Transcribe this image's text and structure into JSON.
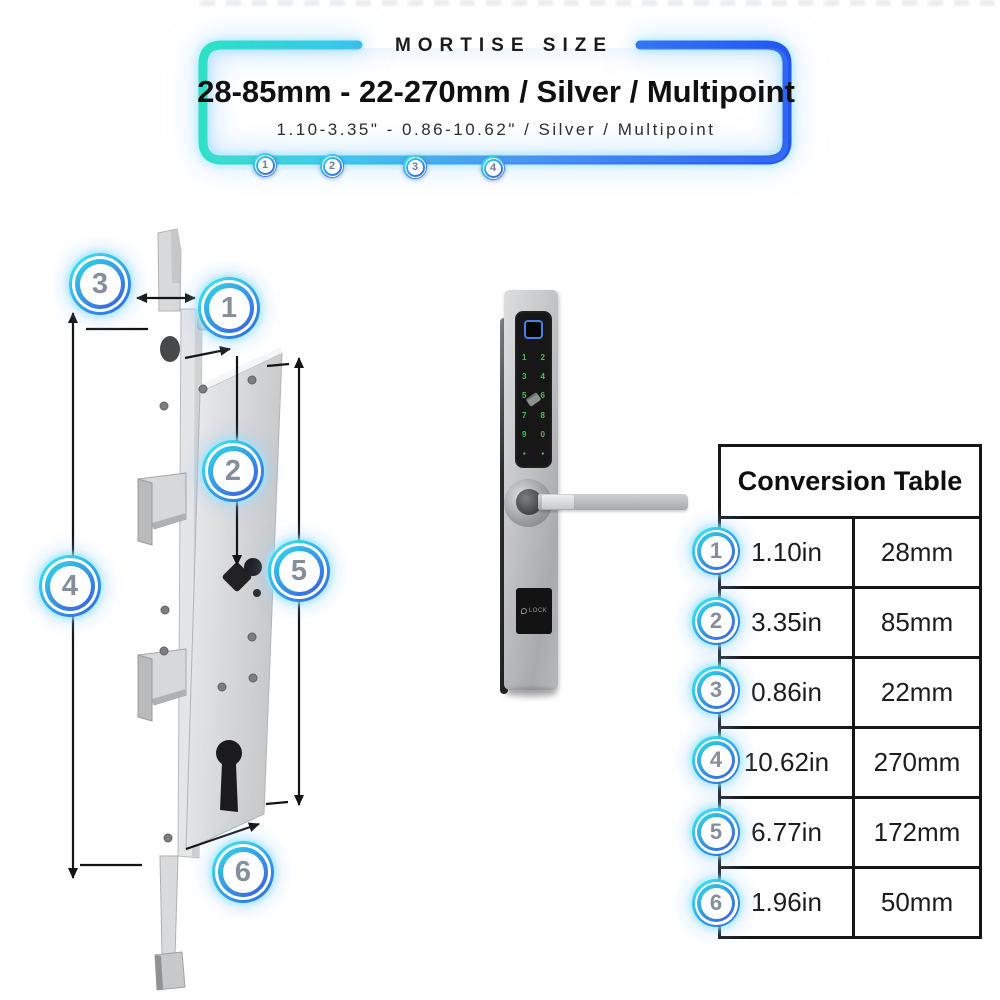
{
  "banner": {
    "title": "MORTISE SIZE",
    "headline": "28-85mm - 22-270mm / Silver / Multipoint",
    "subline": "1.10-3.35\" - 0.86-10.62\" / Silver / Multipoint",
    "step_markers": [
      "1",
      "2",
      "3",
      "4"
    ],
    "colors": {
      "cyan": "#2de2c4",
      "blue": "#2256f2",
      "glow": "#8cd2ff"
    }
  },
  "diagram": {
    "description": "mortise lock body technical drawing with dimension callouts",
    "callouts": [
      "1",
      "2",
      "3",
      "4",
      "5",
      "6"
    ]
  },
  "lock": {
    "keypad_rows": [
      [
        "1",
        "2"
      ],
      [
        "3",
        "4"
      ],
      [
        "5",
        "6"
      ],
      [
        "7",
        "8"
      ],
      [
        "9",
        "0"
      ],
      [
        "▪",
        "▪"
      ]
    ],
    "logo_text": "LOCK",
    "colors": {
      "keypad_green": "#4fbc51",
      "sensor_blue": "#4b7fe4",
      "silver": "#c6c8ca"
    }
  },
  "table": {
    "title": "Conversion Table",
    "rows": [
      {
        "num": "1",
        "inches": "1.10in",
        "mm": "28mm"
      },
      {
        "num": "2",
        "inches": "3.35in",
        "mm": "85mm"
      },
      {
        "num": "3",
        "inches": "0.86in",
        "mm": "22mm"
      },
      {
        "num": "4",
        "inches": "10.62in",
        "mm": "270mm"
      },
      {
        "num": "5",
        "inches": "6.77in",
        "mm": "172mm"
      },
      {
        "num": "6",
        "inches": "1.96in",
        "mm": "50mm"
      }
    ]
  }
}
